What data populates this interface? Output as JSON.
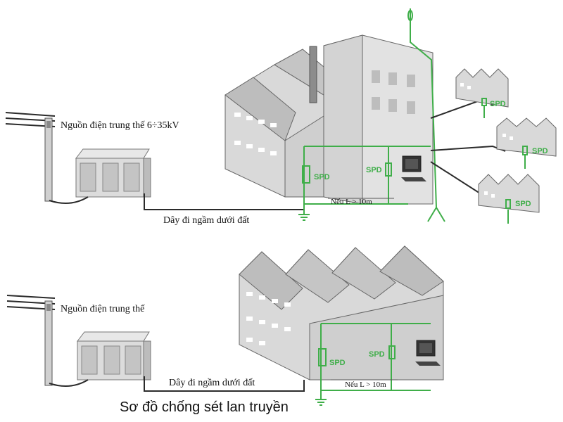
{
  "top_scene": {
    "source_label": "Nguồn điện trung thế 6÷35kV",
    "cable_label": "Dây đi ngầm dưới đất",
    "distance_label": "Nếu L > 10m",
    "spd_labels": [
      "SPD",
      "SPD",
      "SPD",
      "SPD",
      "SPD"
    ]
  },
  "bottom_scene": {
    "source_label": "Nguồn điện trung thế",
    "cable_label": "Dây đi ngầm dưới đất",
    "distance_label": "Nếu L > 10m",
    "spd_labels": [
      "SPD",
      "SPD"
    ]
  },
  "caption": "Sơ đồ chống sét lan truyền",
  "colors": {
    "protection_line": "#3fae49",
    "cable": "#2b2b2b",
    "building_wall": "#d9d9d9",
    "roof": "#bfbfbf"
  }
}
